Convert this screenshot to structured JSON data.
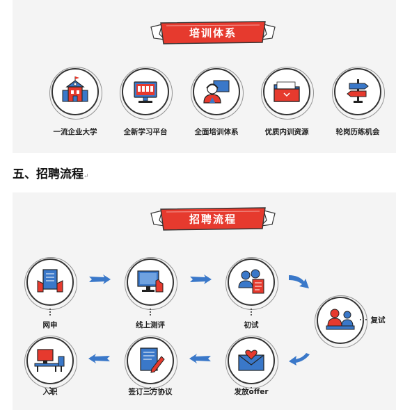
{
  "training": {
    "banner": "培训体系",
    "items": [
      {
        "label": "一流企业大学",
        "icon": "university-building-icon"
      },
      {
        "label": "全新学习平台",
        "icon": "monitor-platform-icon"
      },
      {
        "label": "全面培训体系",
        "icon": "trainer-headset-icon"
      },
      {
        "label": "优质内训资源",
        "icon": "folder-resource-icon"
      },
      {
        "label": "轮岗历练机会",
        "icon": "signpost-icon"
      }
    ]
  },
  "section_heading": {
    "text": "五、招聘流程",
    "return_mark": "↵"
  },
  "recruitment": {
    "banner": "招聘流程",
    "steps": [
      {
        "label": "网申",
        "icon": "online-application-icon"
      },
      {
        "label": "线上测评",
        "icon": "online-test-icon"
      },
      {
        "label": "初试",
        "icon": "first-interview-icon"
      },
      {
        "label": "复试",
        "icon": "second-interview-icon"
      },
      {
        "label": "发放offer",
        "icon": "offer-envelope-icon"
      },
      {
        "label": "签订三方协议",
        "icon": "sign-agreement-icon"
      },
      {
        "label": "入职",
        "icon": "onboarding-desk-icon"
      }
    ]
  },
  "colors": {
    "accent_red": "#e63a2e",
    "accent_blue": "#3a78c9",
    "panel_bg": "#f4f4f4"
  }
}
